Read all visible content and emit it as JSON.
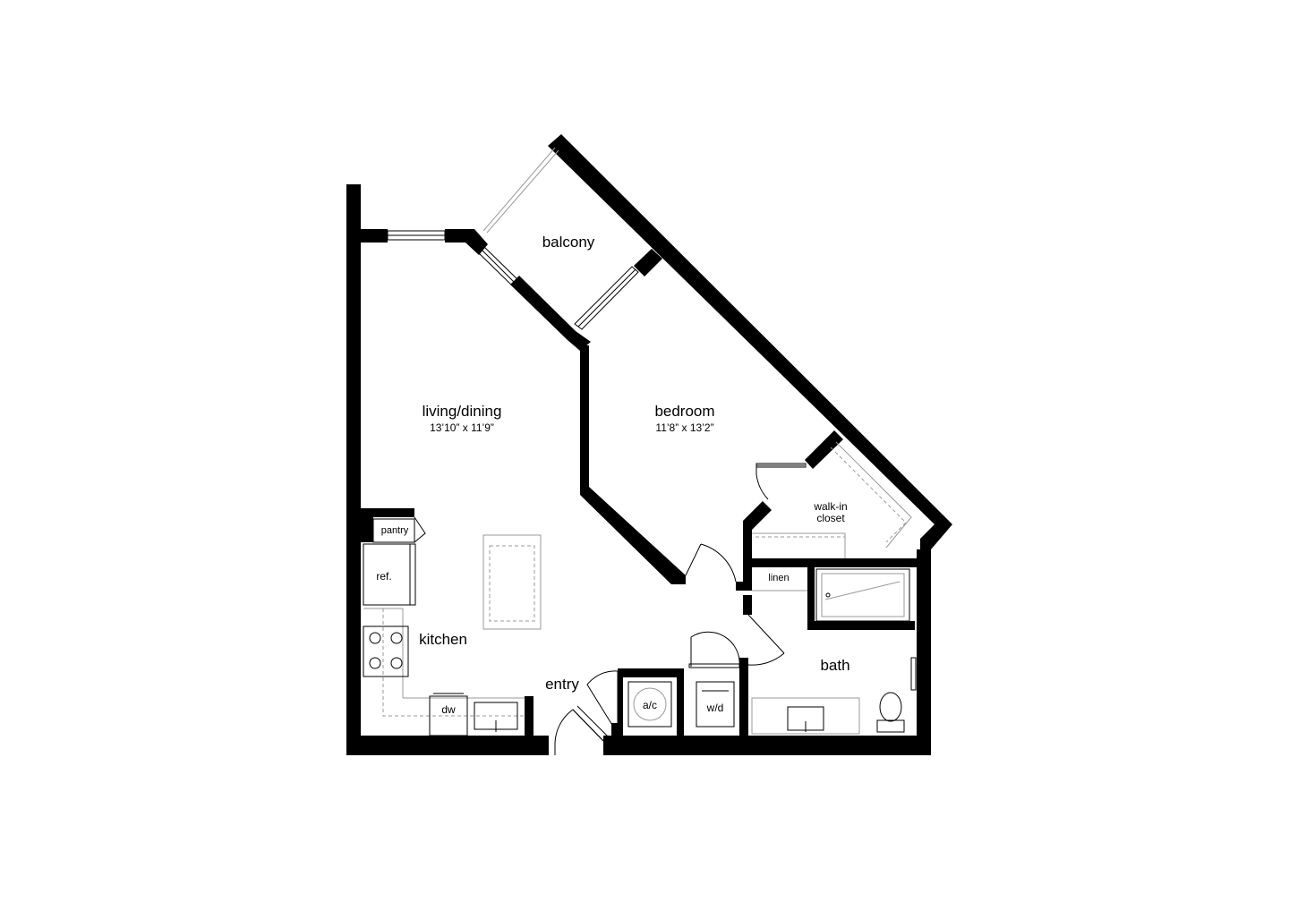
{
  "rooms": {
    "balcony": {
      "name": "balcony"
    },
    "living": {
      "name": "living/dining",
      "dims": "13’10” x 11’9”"
    },
    "bedroom": {
      "name": "bedroom",
      "dims": "11’8” x 13’2”"
    },
    "closet": {
      "line1": "walk-in",
      "line2": "closet"
    },
    "linen": {
      "name": "linen"
    },
    "bath": {
      "name": "bath"
    },
    "kitchen": {
      "name": "kitchen"
    },
    "entry": {
      "name": "entry"
    }
  },
  "fixtures": {
    "pantry": "pantry",
    "ref": "ref.",
    "dw": "dw",
    "ac": "a/c",
    "wd": "w/d"
  },
  "colors": {
    "wall": "#000000",
    "background": "#ffffff",
    "fixture_outline": "#9a9a9a"
  }
}
